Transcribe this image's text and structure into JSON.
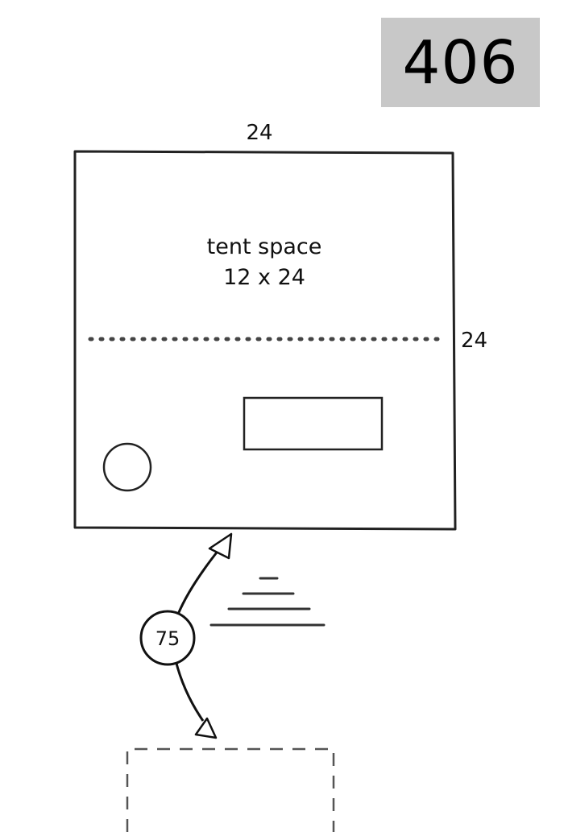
{
  "site_number": "406",
  "campsite": {
    "width_label": "24",
    "depth_label": "24",
    "tent_space": {
      "title": "tent space",
      "size": "12 x 24"
    }
  },
  "distance_to_parking": "75",
  "colors": {
    "badge_background": "#c8c8c8",
    "line": "#222222"
  },
  "icons": [
    "fire-ring-icon",
    "picnic-table-icon",
    "stairs-icon",
    "distance-arrow-icon",
    "parking-outline"
  ]
}
